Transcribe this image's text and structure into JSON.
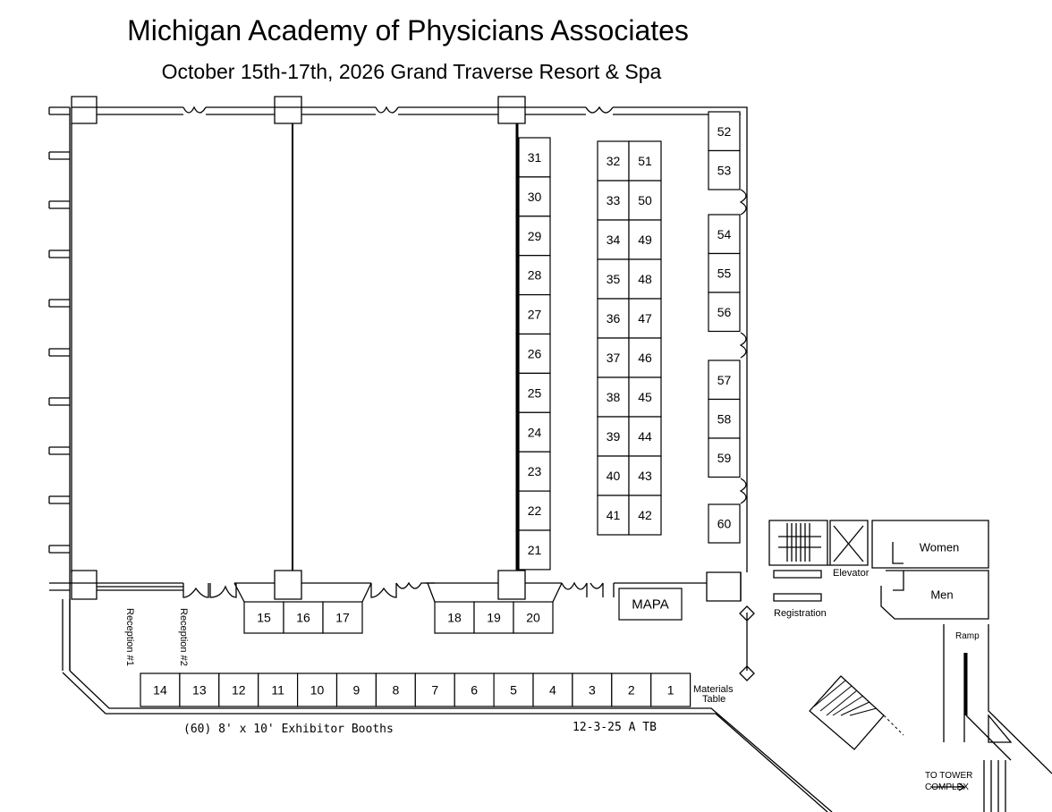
{
  "title": "Michigan Academy of Physicians Associates",
  "subtitle": "October 15th-17th, 2026   Grand Traverse Resort & Spa",
  "booths": {
    "col_a": [
      "31",
      "30",
      "29",
      "28",
      "27",
      "26",
      "25",
      "24",
      "23",
      "22",
      "21"
    ],
    "col_b": [
      "32",
      "33",
      "34",
      "35",
      "36",
      "37",
      "38",
      "39",
      "40",
      "41"
    ],
    "col_c": [
      "51",
      "50",
      "49",
      "48",
      "47",
      "46",
      "45",
      "44",
      "43",
      "42"
    ],
    "right_1": [
      "52",
      "53"
    ],
    "right_2": [
      "54",
      "55",
      "56"
    ],
    "right_3": [
      "57",
      "58",
      "59"
    ],
    "right_4": [
      "60"
    ],
    "mid_left": [
      "15",
      "16",
      "17"
    ],
    "mid_right": [
      "18",
      "19",
      "20"
    ],
    "bottom": [
      "14",
      "13",
      "12",
      "11",
      "10",
      "9",
      "8",
      "7",
      "6",
      "5",
      "4",
      "3",
      "2",
      "1"
    ]
  },
  "labels": {
    "mapa": "MAPA",
    "materials_1": "Materials",
    "materials_2": "Table",
    "reception_1": "Reception #1",
    "reception_2": "Reception #2",
    "elevator": "Elevator",
    "registration": "Registration",
    "women": "Women",
    "men": "Men",
    "ramp": "Ramp",
    "tower_1": "TO TOWER",
    "tower_2": "COMPLEX",
    "booth_count": "(60) 8' x 10' Exhibitor Booths",
    "revision": "12-3-25 A TB"
  }
}
